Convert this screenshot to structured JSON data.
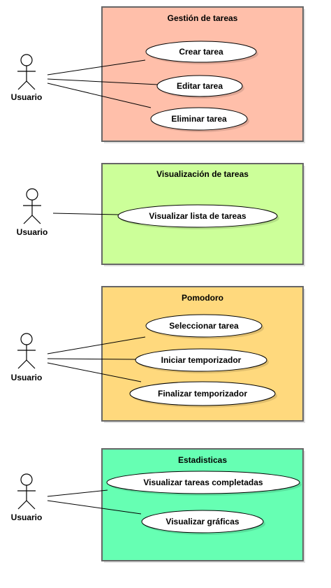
{
  "packages": [
    {
      "id": "gestion",
      "title": "Gestión de tareas",
      "fill": "#FFBFAA",
      "actor": "Usuario",
      "use_cases": [
        "Crear tarea",
        "Editar tarea",
        "Eliminar tarea"
      ]
    },
    {
      "id": "visualizacion",
      "title": "Visualización de tareas",
      "fill": "#CCFF99",
      "actor": "Usuario",
      "use_cases": [
        "Visualizar lista de tareas"
      ]
    },
    {
      "id": "pomodoro",
      "title": "Pomodoro",
      "fill": "#FFD97D",
      "actor": "Usuario",
      "use_cases": [
        "Seleccionar tarea",
        "Iniciar temporizador",
        "Finalizar temporizador"
      ]
    },
    {
      "id": "estadisticas",
      "title": "Estadisticas",
      "fill": "#66FFB3",
      "actor": "Usuario",
      "use_cases": [
        "Visualizar tareas completadas",
        "Visualizar gráficas"
      ]
    }
  ]
}
